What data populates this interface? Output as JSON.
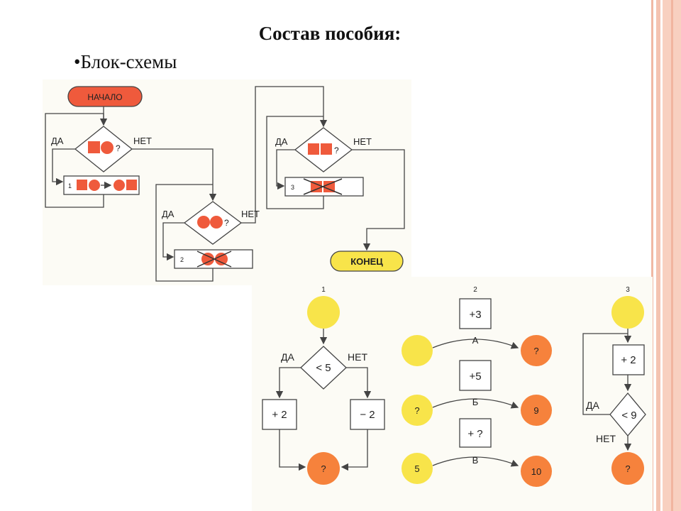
{
  "slide": {
    "title": "Состав пособия:",
    "bullet": "•Блок-схемы"
  },
  "colors": {
    "red": "#ef5a3c",
    "yellow": "#f8e44a",
    "orange": "#f6823c",
    "line": "#444444"
  },
  "flowchart": {
    "start": "НАЧАЛО",
    "end": "КОНЕЦ",
    "yes": "ДА",
    "no": "НЕТ",
    "q": "?",
    "steps": [
      "1",
      "2",
      "3"
    ]
  },
  "exercise1": {
    "number": "1",
    "yes": "ДА",
    "no": "НЕТ",
    "condition": "< 5",
    "left_op": "+ 2",
    "right_op": "− 2",
    "result": "?"
  },
  "exercise2": {
    "number": "2",
    "rows": [
      {
        "op": "+3",
        "letter": "А",
        "from": "",
        "to": "?"
      },
      {
        "op": "+5",
        "letter": "Б",
        "from": "?",
        "to": "9"
      },
      {
        "op": "+ ?",
        "letter": "В",
        "from": "5",
        "to": "10"
      }
    ]
  },
  "exercise3": {
    "number": "3",
    "op": "+ 2",
    "condition": "< 9",
    "yes": "ДА",
    "no": "НЕТ",
    "result": "?"
  }
}
